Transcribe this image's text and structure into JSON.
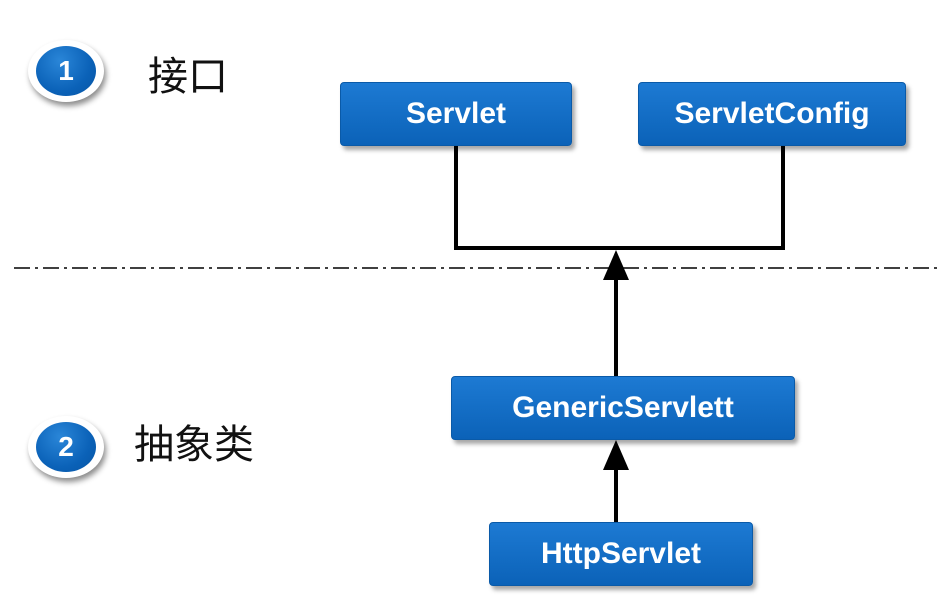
{
  "sections": [
    {
      "number": "1",
      "label": "接口"
    },
    {
      "number": "2",
      "label": "抽象类"
    }
  ],
  "nodes": {
    "servlet": "Servlet",
    "servlet_config": "ServletConfig",
    "generic_servlet": "GenericServlett",
    "http_servlet": "HttpServlet"
  },
  "colors": {
    "box_fill": "#0b62b8",
    "box_text": "#ffffff",
    "line": "#000000"
  }
}
